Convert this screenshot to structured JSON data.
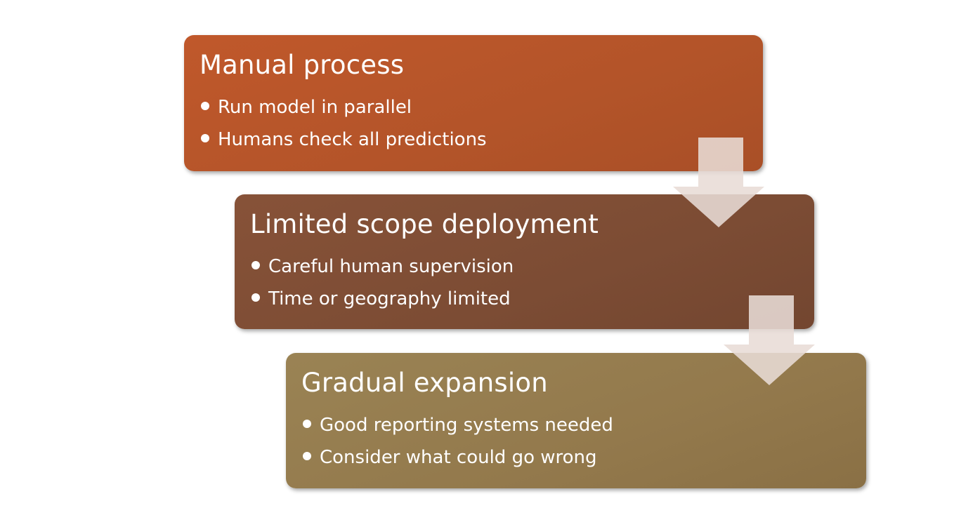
{
  "steps": [
    {
      "title": "Manual process",
      "bullets": [
        "Run model in parallel",
        "Humans check all predictions"
      ],
      "color": "#b65529"
    },
    {
      "title": "Limited scope deployment",
      "bullets": [
        "Careful human supervision",
        "Time or geography limited"
      ],
      "color": "#7f4d35"
    },
    {
      "title": "Gradual expansion",
      "bullets": [
        "Good reporting systems needed",
        "Consider what could go wrong"
      ],
      "color": "#967d4f"
    }
  ],
  "connector": {
    "icon": "down-arrow-icon",
    "color": "#e8dcd6"
  }
}
